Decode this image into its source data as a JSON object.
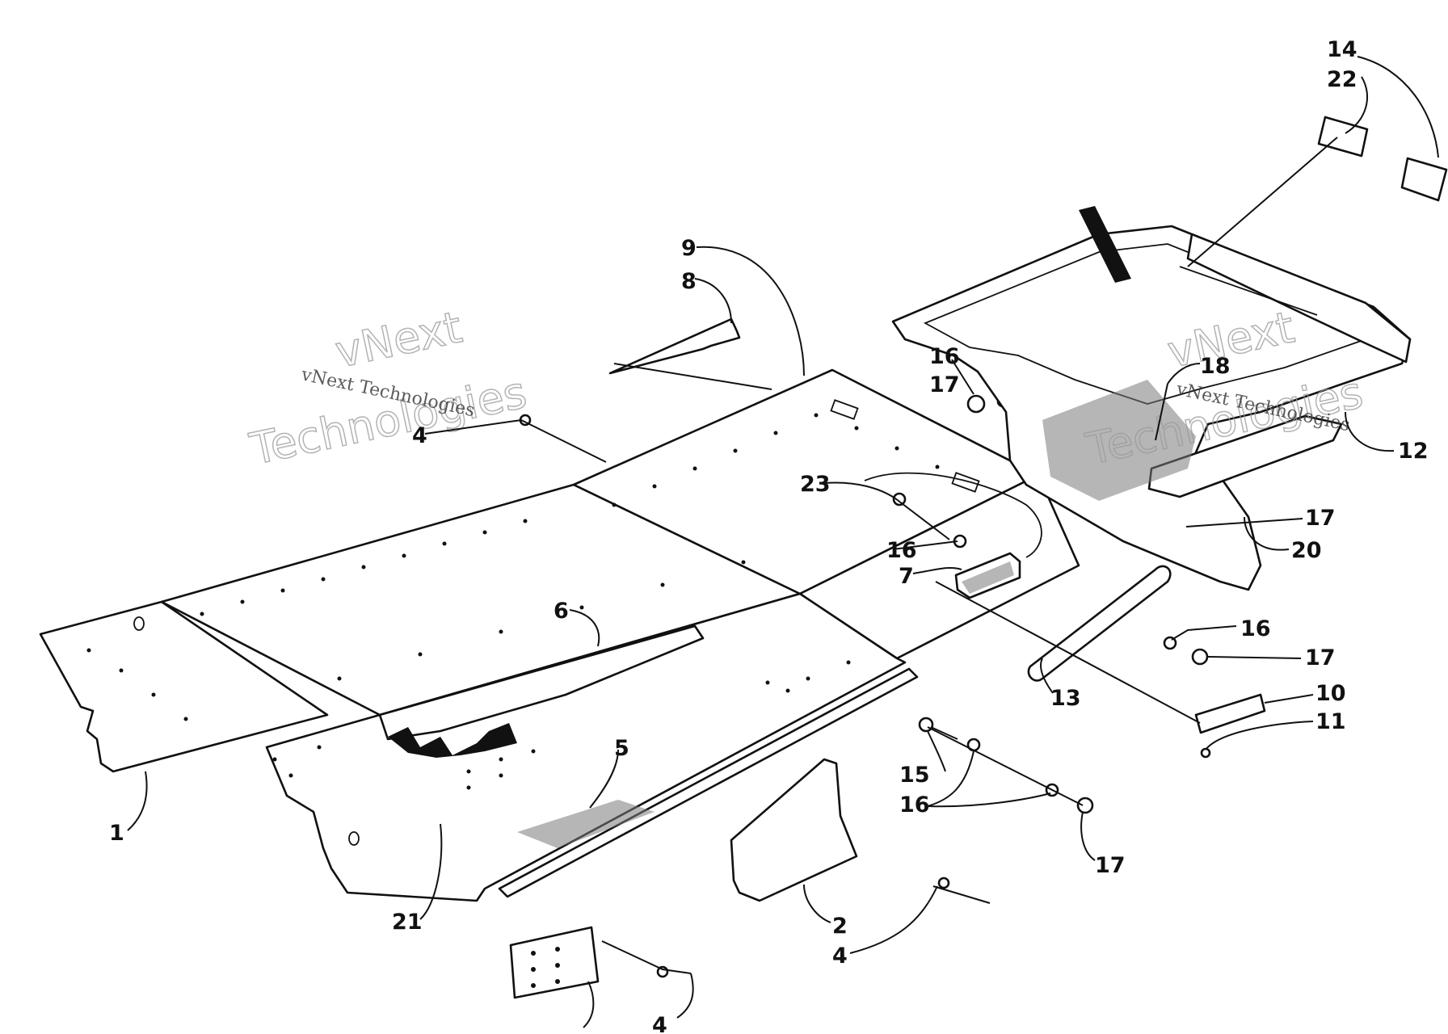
{
  "watermark": {
    "line1": "vNext",
    "line2": "Technologies",
    "full": "vNext Technologies"
  },
  "callouts": {
    "c1": "1",
    "c2": "2",
    "c4a": "4",
    "c4b": "4",
    "c4c": "4",
    "c5": "5",
    "c6": "6",
    "c7": "7",
    "c8": "8",
    "c9": "9",
    "c10": "10",
    "c11": "11",
    "c12": "12",
    "c13": "13",
    "c14": "14",
    "c15": "15",
    "c16a": "16",
    "c16b": "16",
    "c16c": "16",
    "c16d": "16",
    "c17a": "17",
    "c17b": "17",
    "c17c": "17",
    "c17d": "17",
    "c18": "18",
    "c20": "20",
    "c21": "21",
    "c22": "22",
    "c23": "23"
  },
  "colors": {
    "ink": "#111111",
    "paper": "#ffffff",
    "watermark": "#9a9a9a"
  }
}
